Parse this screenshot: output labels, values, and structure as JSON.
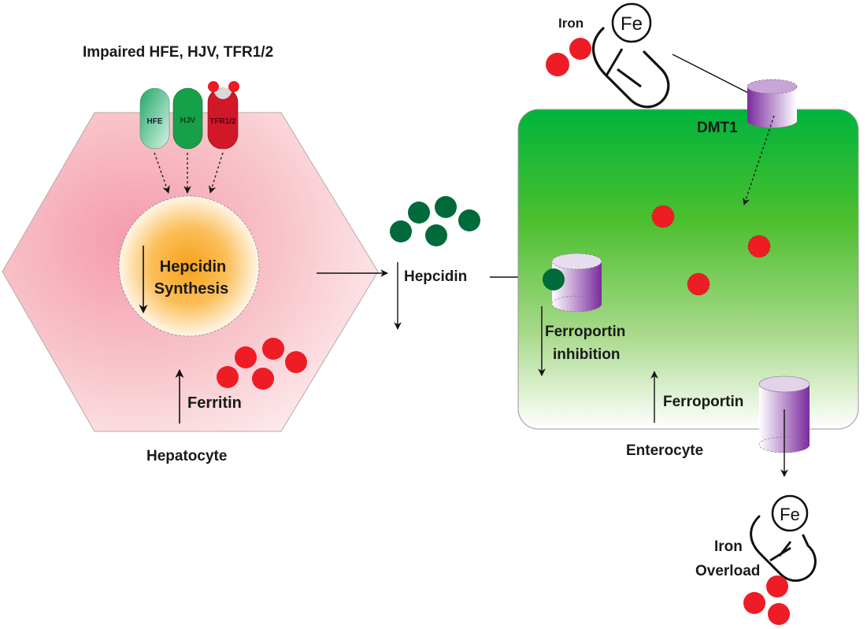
{
  "title": "Impaired HFE, HJV, TFR1/2",
  "receptors": [
    {
      "label": "HFE",
      "color": "#3cb47c"
    },
    {
      "label": "HJV",
      "color": "#17a04a"
    },
    {
      "label": "TFR1/2",
      "color": "#d01828"
    }
  ],
  "hepatocyte": {
    "label": "Hepatocyte",
    "nucleus_line1": "Hepcidin",
    "nucleus_line2": "Synthesis",
    "nucleus_direction": "down",
    "ferritin_label": "Ferritin",
    "ferritin_direction": "up",
    "fill_color": "#f7c2c8"
  },
  "hepcidin": {
    "label": "Hepcidin",
    "direction": "down",
    "dot_color": "#006a3a"
  },
  "iron_in": {
    "label": "Iron",
    "pill_symbol": "Fe",
    "dot_color": "#ee1c25"
  },
  "enterocyte": {
    "label": "Enterocyte",
    "dmt1_label": "DMT1",
    "inhibition_line1": "Ferroportin",
    "inhibition_line2": "inhibition",
    "inhibition_direction": "down",
    "ferroportin_label": "Ferroportin",
    "ferroportin_direction": "up",
    "top_color": "#00b43c",
    "bottom_color": "#ffffff",
    "channel_color": "#7a2a9e"
  },
  "iron_out": {
    "line1": "Iron",
    "line2": "Overload",
    "pill_symbol": "Fe"
  }
}
